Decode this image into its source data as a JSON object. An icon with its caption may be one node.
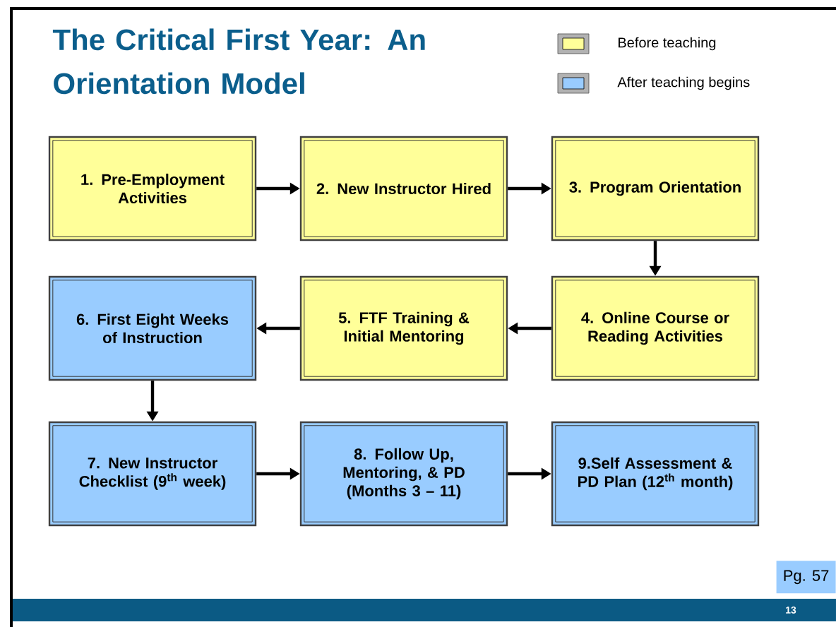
{
  "diagram": {
    "title": "The Critical First Year: An Orientation Model",
    "nodes": [
      {
        "text": [
          "1. Pre-Employment Activities"
        ]
      },
      {
        "text": [
          "2. New Instructor Hired"
        ]
      },
      {
        "text": [
          "3. Program Orientation"
        ]
      },
      {
        "text": [
          "4. Online Course or Reading Activities"
        ]
      },
      {
        "text": [
          "5. FTF Training & Initial Mentoring"
        ]
      },
      {
        "text": [
          "6. First Eight Weeks of Instruction"
        ]
      },
      {
        "text": [
          "7. New Instructor Checklist (9$^{th}$ week)"
        ]
      },
      {
        "text": [
          "8. Follow Up, Mentoring, & PD (Months 3 – 11)"
        ]
      },
      {
        "text": [
          "9.Self Assessment & PD Plan (12$^{th}$ month)"
        ]
      },
      {
        "text": [
          "Pg. 57"
        ]
      }
    ],
    "edges": [
      {
        "from": 0,
        "to": 1,
        "arrow": "to"
      },
      {
        "from": 1,
        "to": 2,
        "arrow": "to"
      },
      {
        "from": 2,
        "to": 3,
        "arrow": "to"
      },
      {
        "from": 3,
        "to": 4,
        "arrow": "to"
      },
      {
        "from": 4,
        "to": 5,
        "arrow": "to"
      },
      {
        "from": 5,
        "to": 6,
        "arrow": "to"
      },
      {
        "from": 6,
        "to": 7,
        "arrow": "to"
      },
      {
        "from": 7,
        "to": 8,
        "arrow": "to"
      }
    ],
    "labels": [
      "13"
    ],
    "legend": [
      {
        "text": "Before teaching",
        "color": "#ffff99"
      },
      {
        "text": "After teaching begins",
        "color": "#99ccff"
      }
    ]
  }
}
